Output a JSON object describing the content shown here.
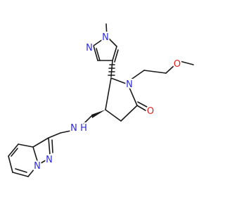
{
  "molecule": {
    "atoms": {
      "n_methylpyrazole_n1": "N",
      "n_methylpyrazole_n2": "N",
      "o_methoxy": "O",
      "n_lactam": "N",
      "o_carbonyl": "O",
      "n_amine": "N",
      "h_amine": "H",
      "n_pyrazolo_1": "N",
      "n_pyrazolo_2": "N"
    }
  },
  "colors": {
    "carbon_bond": "#1a1a1a",
    "nitrogen": "#2b2be0",
    "oxygen": "#e02020"
  }
}
